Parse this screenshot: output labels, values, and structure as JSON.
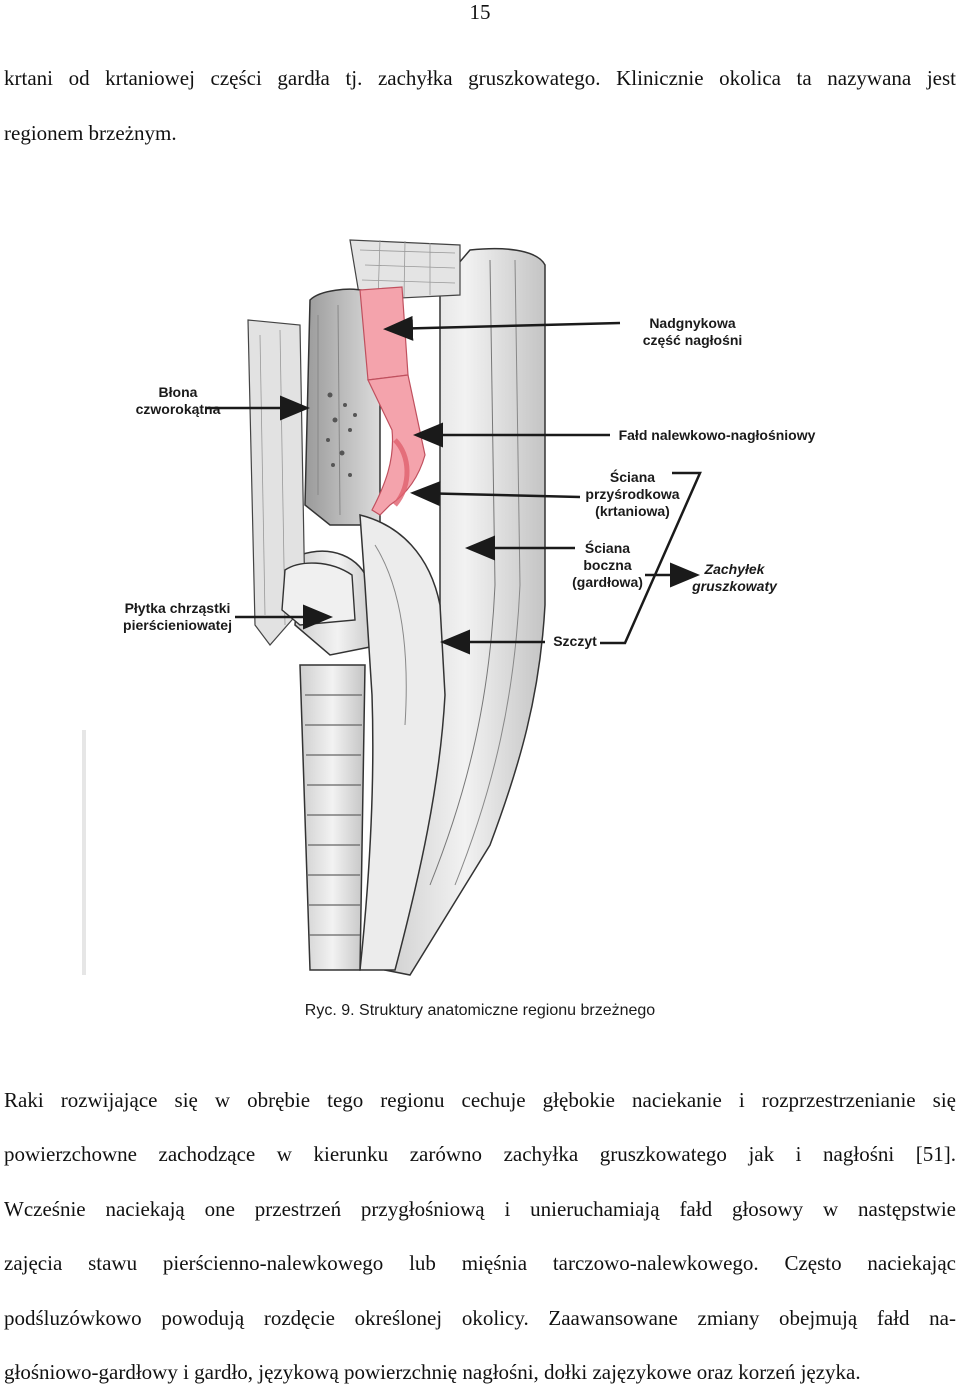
{
  "page_number": "15",
  "intro_lines": [
    "krtani od krtaniowej części gardła tj. zachyłka gruszkowatego. Klinicznie okolica ta nazywana jest",
    "regionem brzeżnym."
  ],
  "figure": {
    "labels": {
      "supraglottic": [
        "Nadgnykowa",
        "część nagłośni"
      ],
      "quadrangular": [
        "Błona",
        "czworokątna"
      ],
      "aryepiglottic": [
        "Fałd nalewkowo-nagłośniowy"
      ],
      "medial_wall": [
        "Ściana",
        "przyśrodkowa",
        "(krtaniowa)"
      ],
      "lateral_wall": [
        "Ściana",
        "boczna",
        "(gardłowa)"
      ],
      "piriform": [
        "Zachyłek",
        "gruszkowaty"
      ],
      "cricoid": [
        "Płytka chrząstki",
        "pierścieniowatej"
      ],
      "apex": [
        "Szczyt"
      ]
    },
    "caption": "Ryc. 9. Struktury anatomiczne regionu brzeżnego",
    "colors": {
      "highlight": "#f4a3ac",
      "highlight_dark": "#e0606e",
      "outline": "#1a1a1a"
    }
  },
  "body_lines": [
    "Raki rozwijające się w obrębie tego regionu cechuje głębokie naciekanie i rozprzestrzenianie się",
    "powierzchowne zachodzące w kierunku zarówno zachyłka gruszkowatego jak i nagłośni [51].",
    "Wcześnie naciekają one przestrzeń przygłośniową i unieruchamiają fałd głosowy w następstwie",
    "zajęcia stawu pierścienno-nalewkowego lub mięśnia tarczowo-nalewkowego. Często naciekając",
    "podśluzówkowo powodują rozdęcie określonej okolicy. Zaawansowane zmiany obejmują fałd na-",
    "głośniowo-gardłowy i gardło, językową powierzchnię nagłośni, dołki zajęzykowe oraz korzeń języka."
  ]
}
